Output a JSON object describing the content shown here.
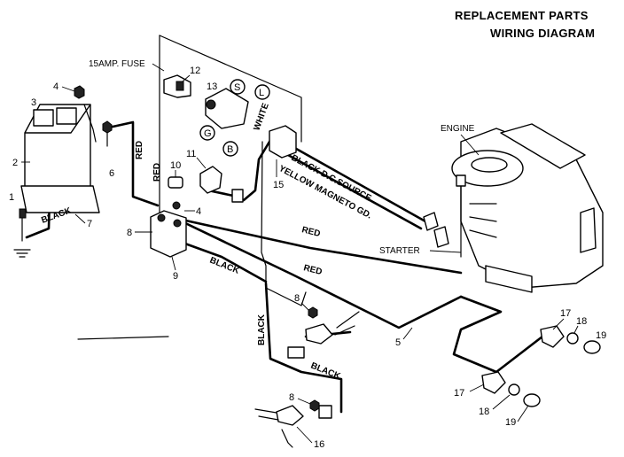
{
  "header": {
    "line1": "REPLACEMENT PARTS",
    "line2": "WIRING DIAGRAM"
  },
  "labels": {
    "fuse": "15AMP. FUSE",
    "engine": "ENGINE",
    "starter": "STARTER"
  },
  "wires": {
    "red_battery": "RED",
    "red_solenoid": "RED",
    "black_ground": "BLACK",
    "white": "WHITE",
    "black_dc": "BLACK  D.C.SOURCE",
    "yellow_magneto": "YELLOW  MAGNETO GD.",
    "red_upper": "RED",
    "red_lower": "RED",
    "black_solenoid": "BLACK",
    "black_vertical": "BLACK",
    "black_lower": "BLACK"
  },
  "switch_terminals": [
    "S",
    "L",
    "G",
    "B"
  ],
  "callouts": {
    "c1": "1",
    "c2": "2",
    "c3": "3",
    "c4a": "4",
    "c4b": "4",
    "c5": "5",
    "c6": "6",
    "c7": "7",
    "c8a": "8",
    "c8b": "8",
    "c8c": "8",
    "c9": "9",
    "c10": "10",
    "c11": "11",
    "c12": "12",
    "c13": "13",
    "c15": "15",
    "c16": "16",
    "c17a": "17",
    "c17b": "17",
    "c18a": "18",
    "c18b": "18",
    "c19a": "19",
    "c19b": "19"
  }
}
